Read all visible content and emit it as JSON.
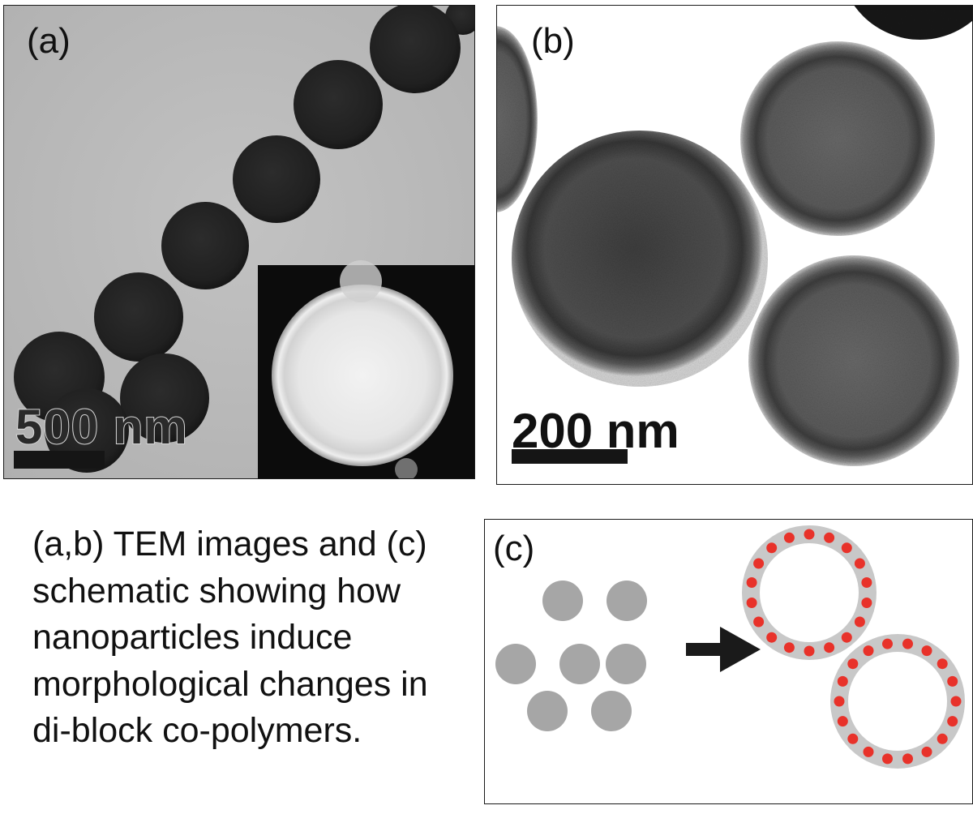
{
  "figure": {
    "panel_a": {
      "label": "(a)",
      "scale_bar_text": "500 nm"
    },
    "panel_b": {
      "label": "(b)",
      "scale_bar_text": "200 nm"
    },
    "panel_c": {
      "label": "(c)"
    },
    "caption": "(a,b) TEM images and (c) schematic showing how nanoparticles induce morphological changes in di-block co-polymers."
  },
  "colors": {
    "nanoparticle_gray": "#a6a6a6",
    "nanoparticle_red": "#e8322a",
    "arrow": "#1a1a1a"
  }
}
